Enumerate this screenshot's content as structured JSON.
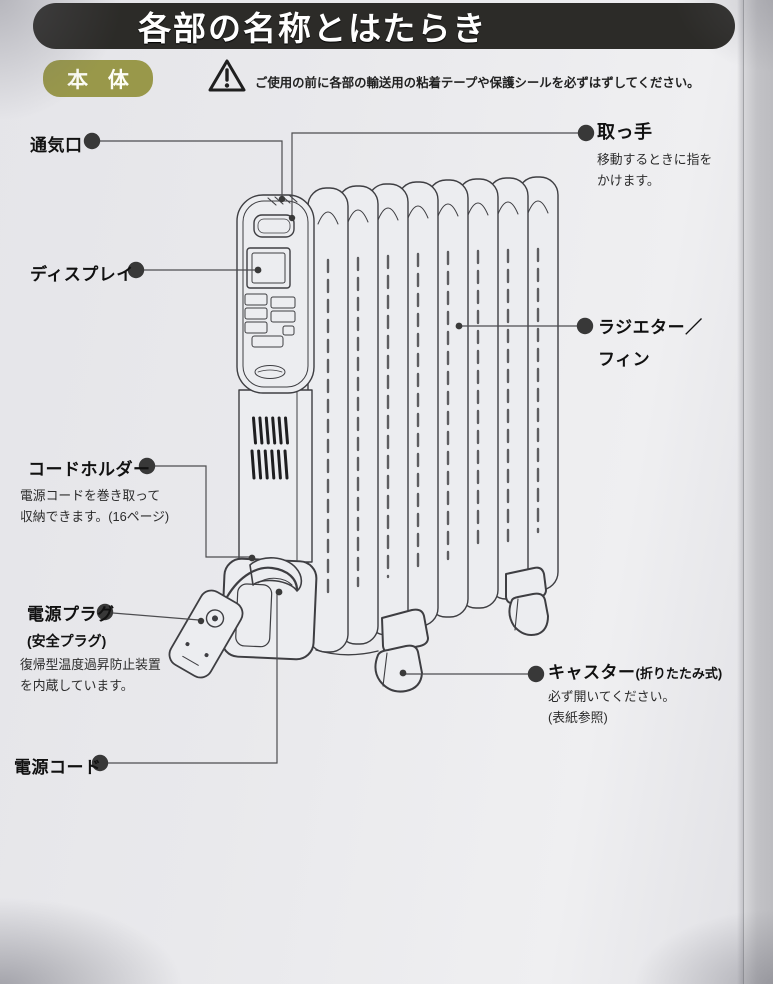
{
  "page": {
    "title": "各部の名称とはたらき",
    "badge": "本 体",
    "warning": "ご使用の前に各部の輸送用の粘着テープや保護シールを必ずはずしてください。"
  },
  "parts": {
    "vent": {
      "label": "通気口"
    },
    "handle": {
      "label": "取っ手",
      "desc_line1": "移動するときに指を",
      "desc_line2": "かけます。"
    },
    "display": {
      "label": "ディスプレイ"
    },
    "radiator": {
      "label_line1": "ラジエター／",
      "label_line2": "フィン"
    },
    "cord_holder": {
      "label": "コードホルダー",
      "desc_line1": "電源コードを巻き取って",
      "desc_line2": "収納できます。(16ページ)"
    },
    "power_plug": {
      "label": "電源プラグ",
      "sub_label": "(安全プラグ)",
      "desc_line1": "復帰型温度過昇防止装置",
      "desc_line2": "を内蔵しています。"
    },
    "caster": {
      "label": "キャスター",
      "sub_label": "(折りたたみ式)",
      "desc_line1": "必ず開いてください。",
      "desc_line2": "(表紙参照)"
    },
    "power_cord": {
      "label": "電源コード"
    }
  },
  "colors": {
    "banner_bg": "#2c2b28",
    "badge_bg": "#99984a",
    "paper": "#e8e8eb",
    "line_ink": "#3e3e42"
  }
}
